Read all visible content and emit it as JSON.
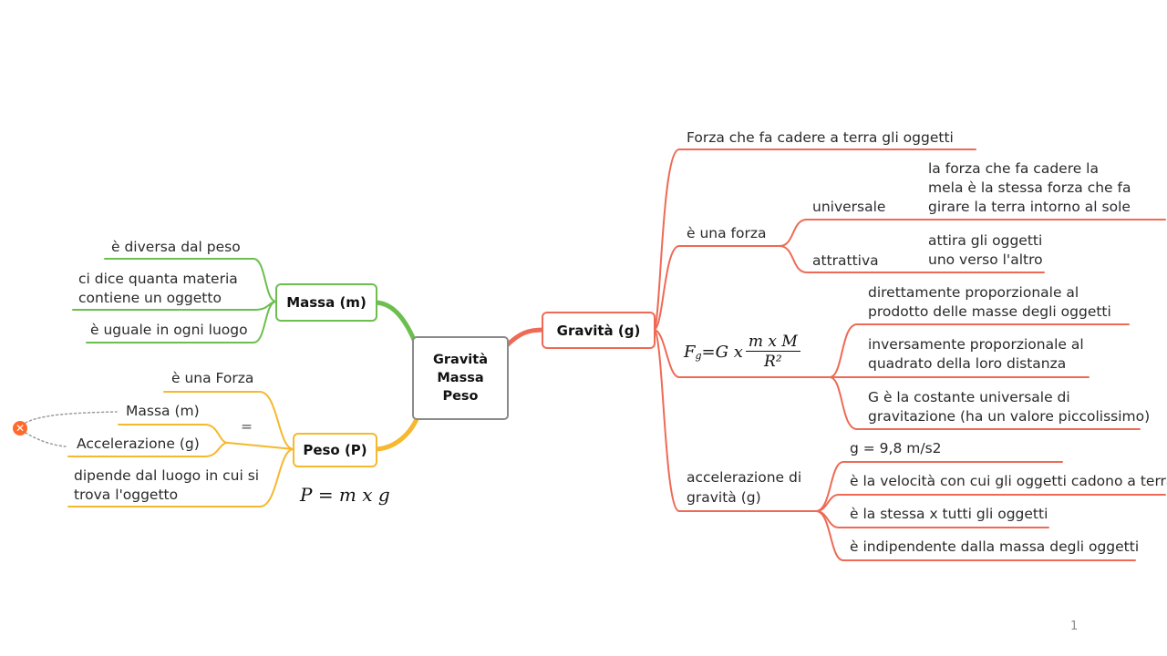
{
  "colors": {
    "green": "#6cbf4f",
    "orange": "#f5b82e",
    "red": "#ee6a55",
    "grey": "#8a8a8a"
  },
  "center": {
    "line1": "Gravità",
    "line2": "Massa",
    "line3": "Peso"
  },
  "massa": {
    "title": "Massa (m)",
    "items": [
      "è diversa dal peso",
      "ci dice quanta materia",
      "contiene un oggetto",
      "è uguale in ogni luogo"
    ]
  },
  "peso": {
    "title": "Peso (P)",
    "items": [
      "è una Forza",
      "Massa (m)",
      "Accelerazione (g)",
      "dipende dal luogo in cui si",
      "trova l'oggetto"
    ],
    "equals": "=",
    "formula": "P = m x g"
  },
  "gravita": {
    "title": "Gravità (g)",
    "def": "Forza che fa cadere a terra gli oggetti",
    "forza": {
      "label": "è una forza",
      "universale": "universale",
      "universale_text": [
        "la forza che fa cadere la",
        "mela è la stessa forza che fa",
        "girare la terra intorno al sole"
      ],
      "attrattiva": "attrattiva",
      "attrattiva_text": [
        "attira gli oggetti",
        "uno verso l'altro"
      ]
    },
    "formula": {
      "lhs": "F",
      "sub": "g",
      "eq": "=G x",
      "num": "m x M",
      "den": "R²"
    },
    "formula_items": [
      [
        "direttamente proporzionale al",
        "prodotto delle masse degli oggetti"
      ],
      [
        "inversamente proporzionale al",
        "quadrato della loro distanza"
      ],
      [
        "G è la costante universale di",
        "gravitazione (ha un valore piccolissimo)"
      ]
    ],
    "accel": {
      "label": [
        "accelerazione di",
        "gravità (g)"
      ],
      "items": [
        "g = 9,8 m/s2",
        "è la velocità con cui gli oggetti cadono a terra",
        "è la stessa x tutti gli oggetti",
        "è indipendente dalla massa degli oggetti"
      ]
    }
  },
  "delete_icon": "close-circle-icon",
  "page_number": "1"
}
